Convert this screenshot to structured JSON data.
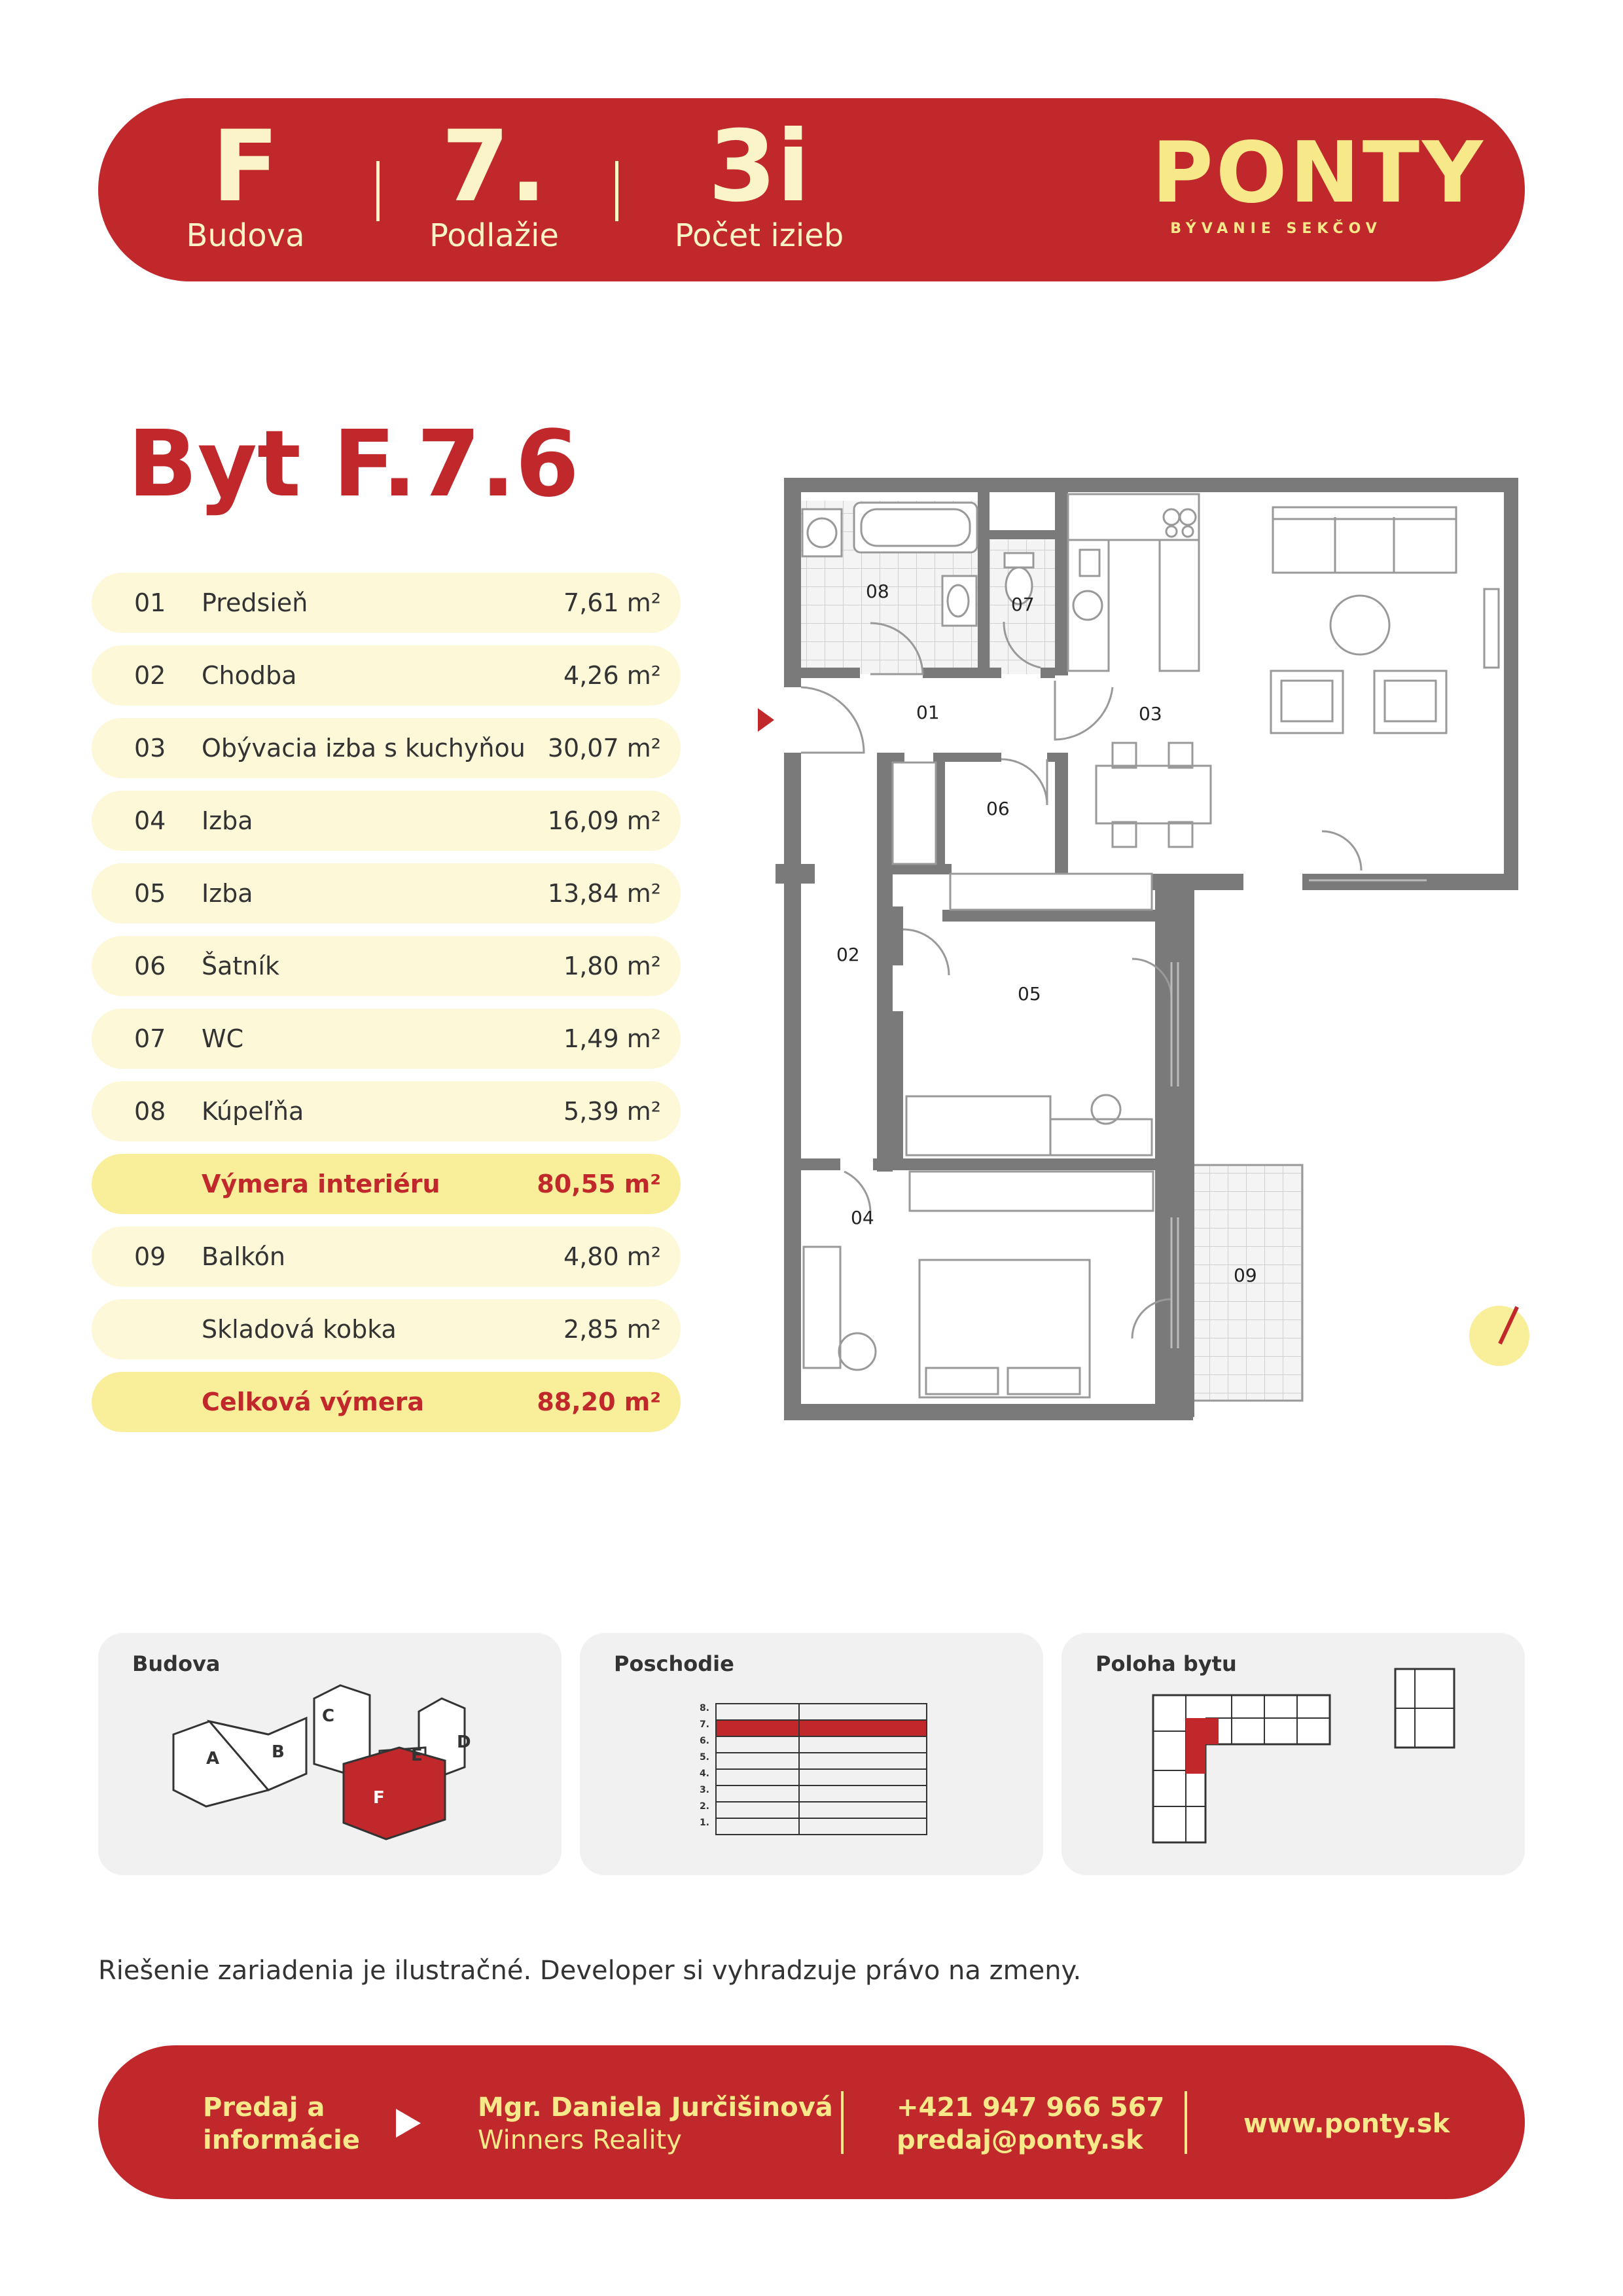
{
  "header": {
    "building_value": "F",
    "building_label": "Budova",
    "floor_value": "7.",
    "floor_label": "Podlažie",
    "rooms_value": "3i",
    "rooms_label": "Počet izieb",
    "logo_name": "PONTY",
    "logo_tagline": "BÝVANIE SEKČOV"
  },
  "title": "Byt F.7.6",
  "rooms": [
    {
      "num": "01",
      "name": "Predsieň",
      "area": "7,61 m²"
    },
    {
      "num": "02",
      "name": "Chodba",
      "area": "4,26 m²"
    },
    {
      "num": "03",
      "name": "Obývacia izba s kuchyňou",
      "area": "30,07 m²"
    },
    {
      "num": "04",
      "name": "Izba",
      "area": "16,09 m²"
    },
    {
      "num": "05",
      "name": "Izba",
      "area": "13,84 m²"
    },
    {
      "num": "06",
      "name": "Šatník",
      "area": "1,80 m²"
    },
    {
      "num": "07",
      "name": "WC",
      "area": "1,49 m²"
    },
    {
      "num": "08",
      "name": "Kúpeľňa",
      "area": "5,39 m²"
    }
  ],
  "interior_total": {
    "name": "Výmera interiéru",
    "area": "80,55 m²"
  },
  "extras": [
    {
      "num": "09",
      "name": "Balkón",
      "area": "4,80 m²"
    },
    {
      "num": "",
      "name": "Skladová kobka",
      "area": "2,85 m²"
    }
  ],
  "grand_total": {
    "name": "Celková výmera",
    "area": "88,20 m²"
  },
  "plan_labels": {
    "r01": "01",
    "r02": "02",
    "r03": "03",
    "r04": "04",
    "r05": "05",
    "r06": "06",
    "r07": "07",
    "r08": "08",
    "r09": "09"
  },
  "cards": {
    "building": {
      "label": "Budova",
      "blocks": [
        "A",
        "B",
        "C",
        "D",
        "E",
        "F"
      ],
      "selected": "F"
    },
    "floor": {
      "label": "Poschodie",
      "floors": [
        "8.",
        "7.",
        "6.",
        "5.",
        "4.",
        "3.",
        "2.",
        "1."
      ],
      "selected": "7."
    },
    "position": {
      "label": "Poloha bytu"
    }
  },
  "note": "Riešenie zariadenia je ilustračné. Developer si vyhradzuje právo na zmeny.",
  "footer": {
    "cta_line1": "Predaj a",
    "cta_line2": "informácie",
    "agent_name": "Mgr. Daniela Jurčišinová",
    "agency": "Winners Reality",
    "phone": "+421 947 966 567",
    "email": "predaj@ponty.sk",
    "website": "www.ponty.sk"
  },
  "colors": {
    "brand_red": "#c0282b",
    "brand_yellow": "#f7e98a",
    "row_bg": "#fcf8d8",
    "row_highlight": "#f9ee9a",
    "wall": "#7a7a7a"
  }
}
